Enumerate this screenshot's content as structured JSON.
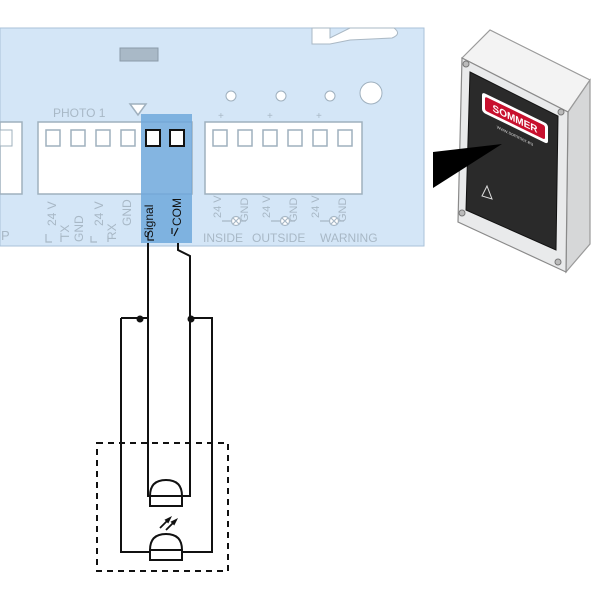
{
  "board": {
    "photo_label": "PHOTO 1",
    "left_terminals": [
      "24 V",
      "TX",
      "GND",
      "24 V",
      "RX",
      "GND",
      "Signal",
      "COM"
    ],
    "right_terminal_labels": [
      "24 V",
      "GND",
      "24 V",
      "GND",
      "24 V",
      "GND"
    ],
    "right_group_labels": [
      "INSIDE",
      "OUTSIDE",
      "WARNING"
    ],
    "left_edge_letter": "P"
  },
  "enclosure": {
    "brand": "SOMMER",
    "url": "www.sommer.eu"
  },
  "colors": {
    "board_fill": "#d4e6f7",
    "board_outline": "#aac2d8",
    "terminal_highlight": "#6fa8dc",
    "wire": "#111111",
    "enclosure_body": "#e9eaeb",
    "enclosure_panel": "#2a2a2a"
  },
  "icons": [
    "warning-triangle-icon",
    "light-rays-icon",
    "photo-arrow-icon"
  ]
}
